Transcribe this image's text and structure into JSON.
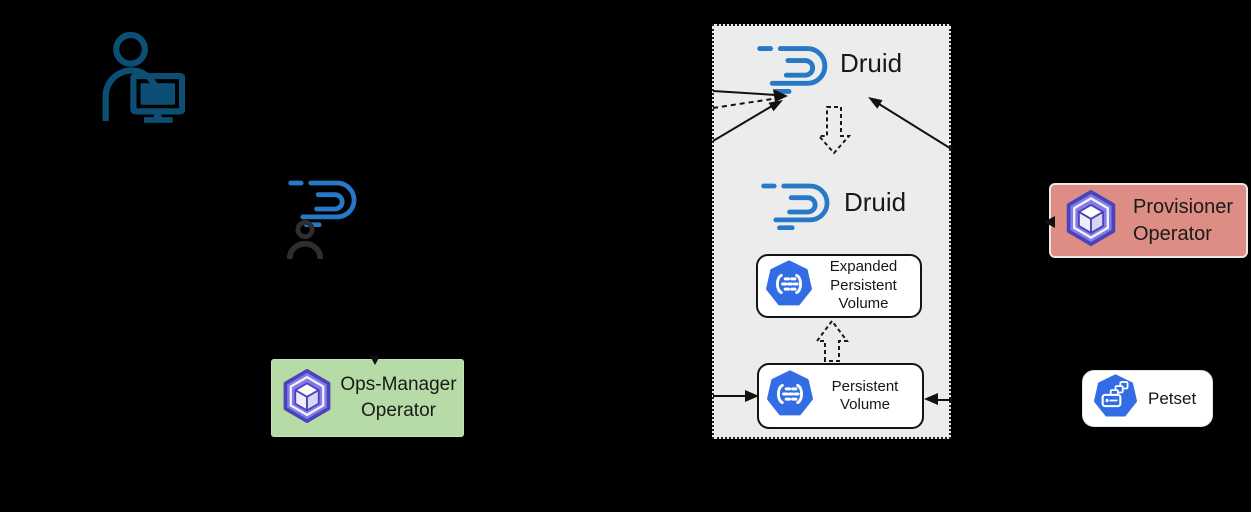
{
  "colors": {
    "background": "#000000",
    "druid_blue": "#2878c8",
    "kubernetes_blue": "#326de6",
    "operator_purple": "#837ce6",
    "operator_purple_dark": "#4a43bb",
    "user_icon_blue": "#0d4f74",
    "panel_fill": "#ececec",
    "ops_manager_fill": "#b7dba7",
    "provisioner_fill": "#dd8d84",
    "arrow_color": "#111111"
  },
  "cluster_panel": {
    "druid_top": {
      "label": "Druid"
    },
    "druid_bottom": {
      "label": "Druid"
    },
    "expanded_persistent_volume": {
      "line1": "Expanded",
      "line2": "Persistent",
      "line3": "Volume"
    },
    "persistent_volume": {
      "line1": "Persistent",
      "line2": "Volume"
    }
  },
  "operators": {
    "ops_manager": {
      "line1": "Ops-Manager",
      "line2": "Operator"
    },
    "provisioner": {
      "line1": "Provisioner",
      "line2": "Operator"
    }
  },
  "petset": {
    "label": "Petset"
  },
  "icons": [
    "user-at-computer-icon",
    "druid-logo",
    "person-icon",
    "operator-cube-icon",
    "persistent-volume-icon",
    "petset-icon"
  ]
}
